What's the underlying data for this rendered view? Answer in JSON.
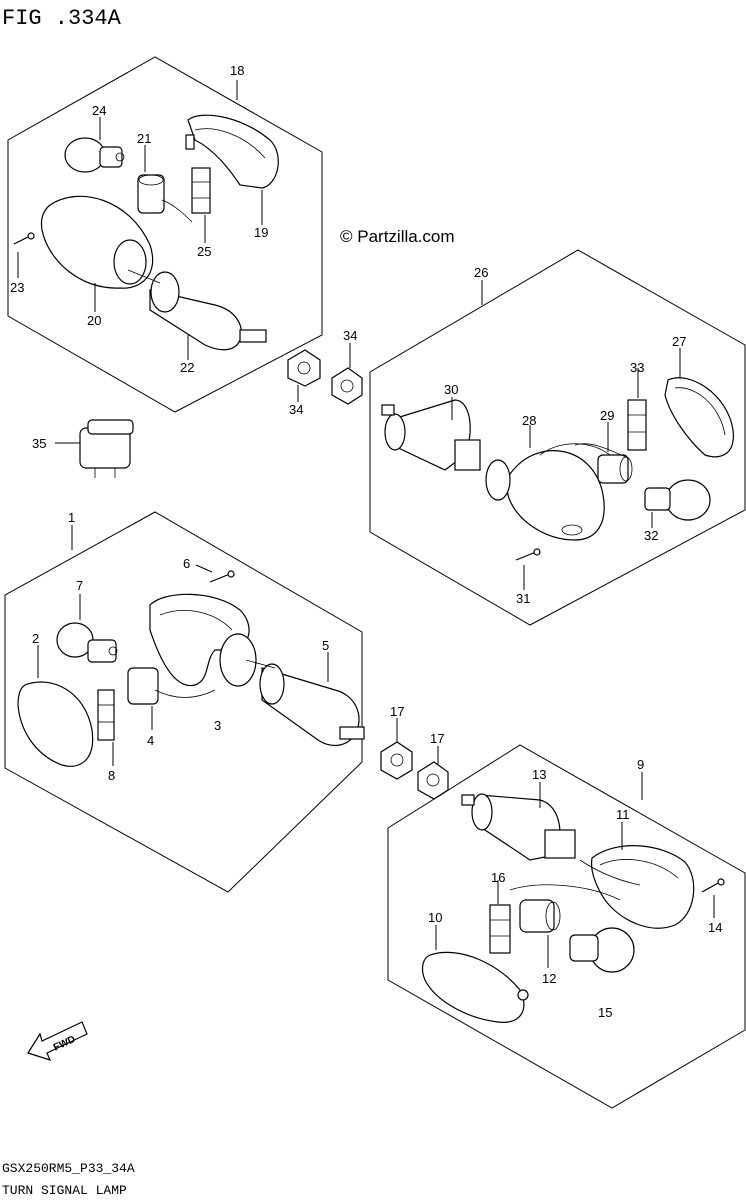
{
  "figure": {
    "title": "FIG .334A",
    "watermark": "© Partzilla.com",
    "code": "GSX250RM5_P33_34A",
    "caption": "TURN SIGNAL LAMP",
    "direction_label": "FWD"
  },
  "callouts": [
    {
      "id": "18",
      "label": "18"
    },
    {
      "id": "24",
      "label": "24"
    },
    {
      "id": "21",
      "label": "21"
    },
    {
      "id": "19",
      "label": "19"
    },
    {
      "id": "25",
      "label": "25"
    },
    {
      "id": "23",
      "label": "23"
    },
    {
      "id": "20",
      "label": "20"
    },
    {
      "id": "22",
      "label": "22"
    },
    {
      "id": "34a",
      "label": "34"
    },
    {
      "id": "34b",
      "label": "34"
    },
    {
      "id": "35",
      "label": "35"
    },
    {
      "id": "26",
      "label": "26"
    },
    {
      "id": "30",
      "label": "30"
    },
    {
      "id": "33",
      "label": "33"
    },
    {
      "id": "27",
      "label": "27"
    },
    {
      "id": "28",
      "label": "28"
    },
    {
      "id": "29",
      "label": "29"
    },
    {
      "id": "32",
      "label": "32"
    },
    {
      "id": "31",
      "label": "31"
    },
    {
      "id": "1",
      "label": "1"
    },
    {
      "id": "6",
      "label": "6"
    },
    {
      "id": "7",
      "label": "7"
    },
    {
      "id": "2",
      "label": "2"
    },
    {
      "id": "5",
      "label": "5"
    },
    {
      "id": "4",
      "label": "4"
    },
    {
      "id": "3",
      "label": "3"
    },
    {
      "id": "8",
      "label": "8"
    },
    {
      "id": "17a",
      "label": "17"
    },
    {
      "id": "17b",
      "label": "17"
    },
    {
      "id": "9",
      "label": "9"
    },
    {
      "id": "13",
      "label": "13"
    },
    {
      "id": "11",
      "label": "11"
    },
    {
      "id": "16",
      "label": "16"
    },
    {
      "id": "14",
      "label": "14"
    },
    {
      "id": "10",
      "label": "10"
    },
    {
      "id": "12",
      "label": "12"
    },
    {
      "id": "15",
      "label": "15"
    }
  ]
}
